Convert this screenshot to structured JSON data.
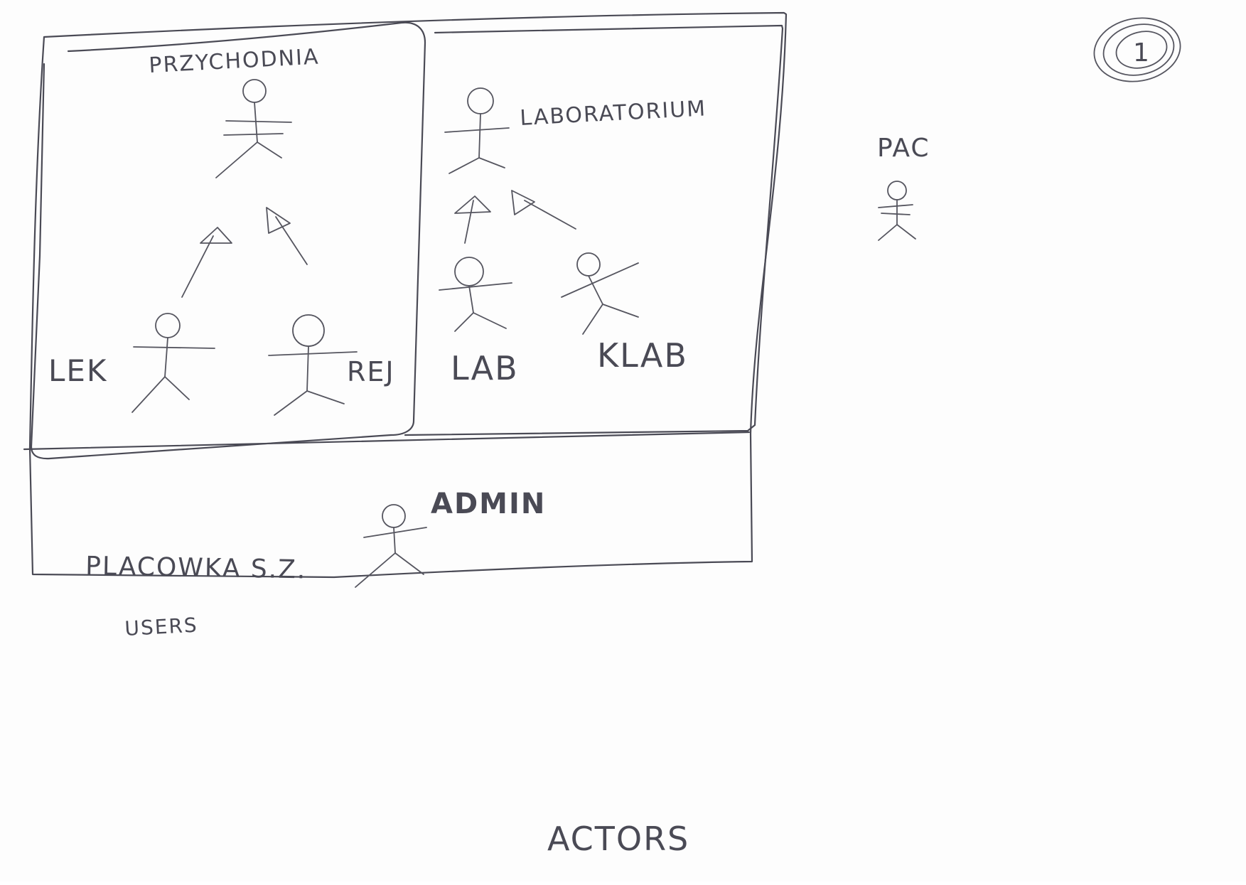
{
  "diagram": {
    "page_number": "1",
    "boundaries": {
      "przychodnia": "PRZYCHODNIA",
      "laboratorium": "LABORATORIUM",
      "placowka": "PLACOWKA S.Z."
    },
    "actors": {
      "lek": "LEK",
      "rej": "REJ",
      "lab": "LAB",
      "klab": "KLAB",
      "admin": "ADMIN",
      "pac": "PAC"
    },
    "notes": {
      "users": "USERS",
      "footer": "ACTORS"
    }
  }
}
